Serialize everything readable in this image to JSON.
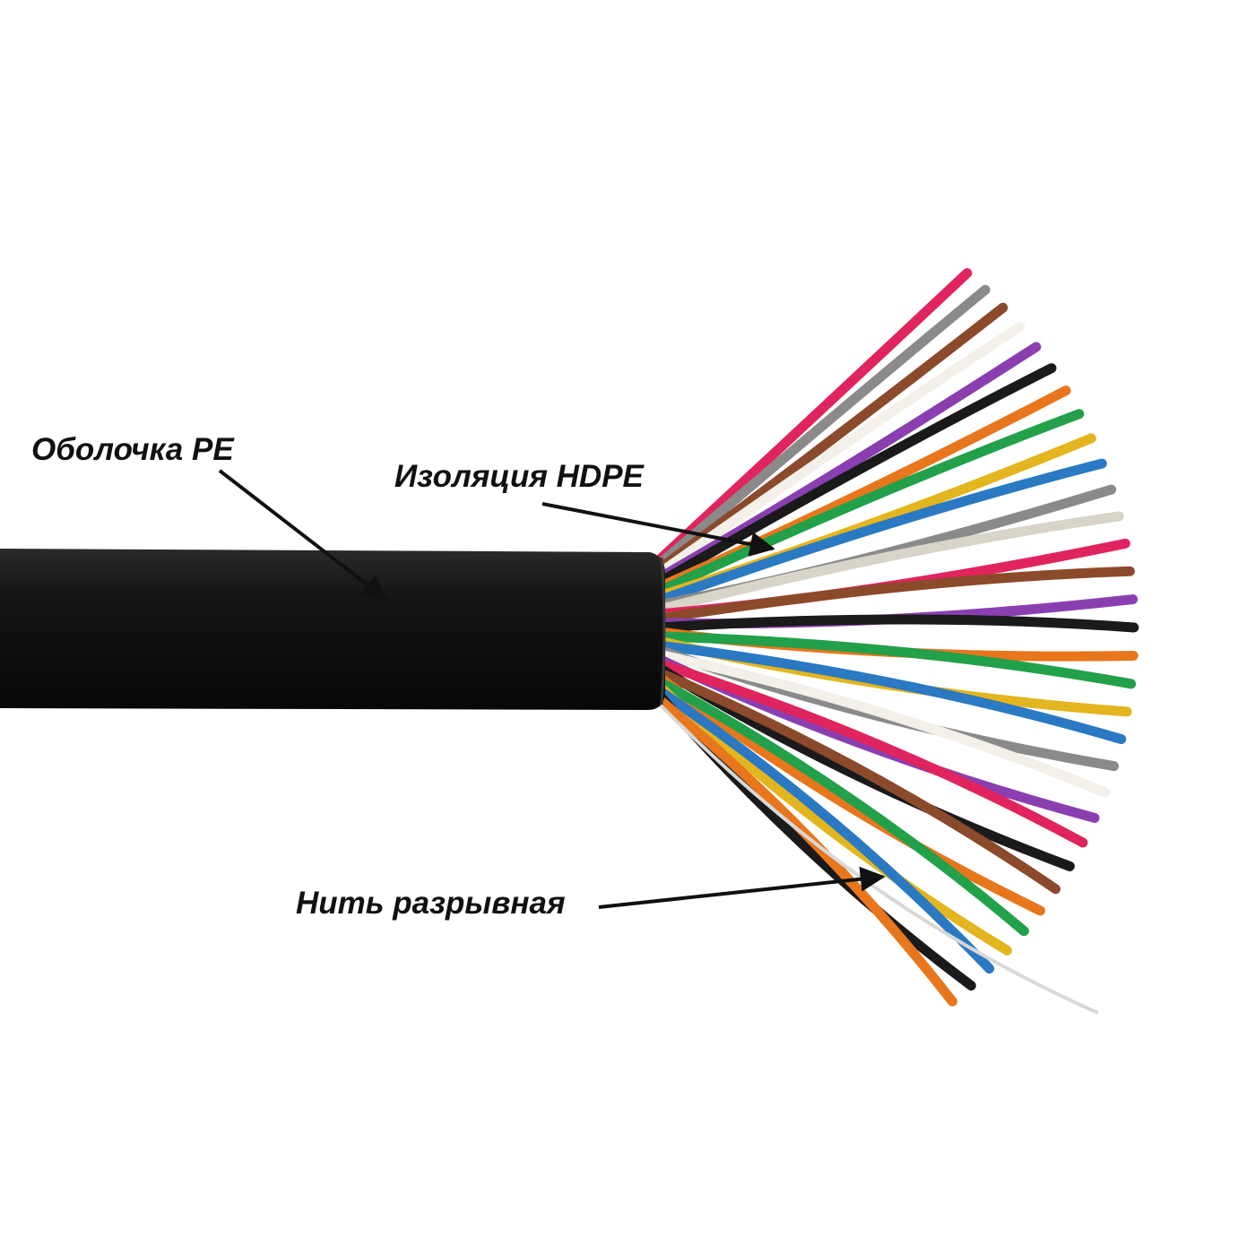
{
  "labels": {
    "sheath": "Оболочка PE",
    "insulation": "Изоляция HDPE",
    "ripcord": "Нить разрывная"
  },
  "colors": {
    "jacket": "#121212",
    "ripcord": "#d8d8d8",
    "arrow": "#111111",
    "wires": [
      "#e0245e",
      "#8a8a8a",
      "#8b4a2b",
      "#f2f0e8",
      "#8a3fb0",
      "#1a1a1a",
      "#e8761c",
      "#22a04a",
      "#e3b51e",
      "#2a79c2",
      "#8a8a8a",
      "#d8d4c8",
      "#e0245e",
      "#8b4a2b",
      "#8a3fb0",
      "#1a1a1a",
      "#e8761c",
      "#22a04a",
      "#e3b51e",
      "#2a79c2",
      "#8a8a8a",
      "#f2f0e8",
      "#8a3fb0",
      "#e0245e",
      "#1a1a1a",
      "#8b4a2b",
      "#e8761c",
      "#22a04a",
      "#e3b51e",
      "#2a79c2",
      "#1a1a1a",
      "#e8761c"
    ]
  }
}
